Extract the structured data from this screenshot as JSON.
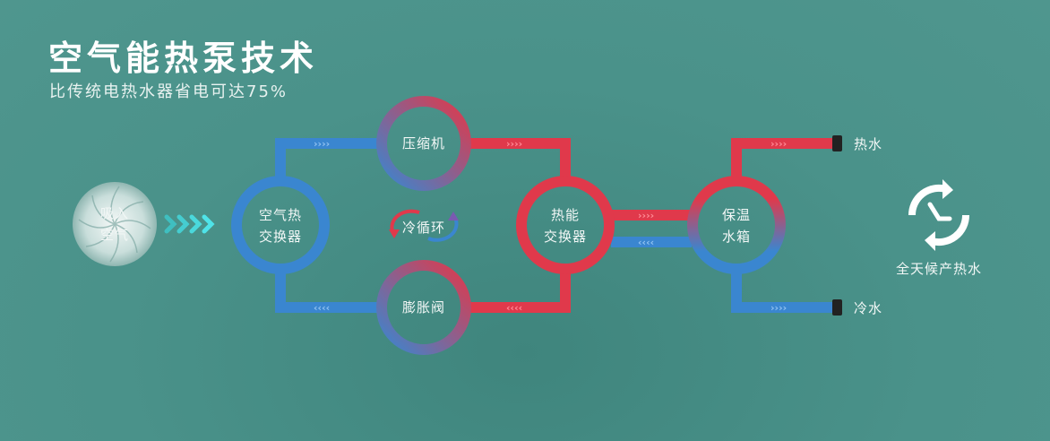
{
  "header": {
    "title": "空气能热泵技术",
    "subtitle": "比传统电热水器省电可达75%"
  },
  "nodes": {
    "air_intake": [
      "吸入",
      "空气"
    ],
    "air_exchanger": [
      "空气热",
      "交换器"
    ],
    "compressor": "压缩机",
    "cycle": "冷循环",
    "expansion_valve": "膨胀阀",
    "heat_exchanger": [
      "热能",
      "交换器"
    ],
    "tank": [
      "保温",
      "水箱"
    ],
    "hot_water": "热水",
    "cold_water": "冷水",
    "all_day": "全天候产热水"
  },
  "colors": {
    "background": "#4a928a",
    "hot": "#e0394b",
    "cold": "#3a86d0",
    "arrow": "#4fe3e3"
  }
}
